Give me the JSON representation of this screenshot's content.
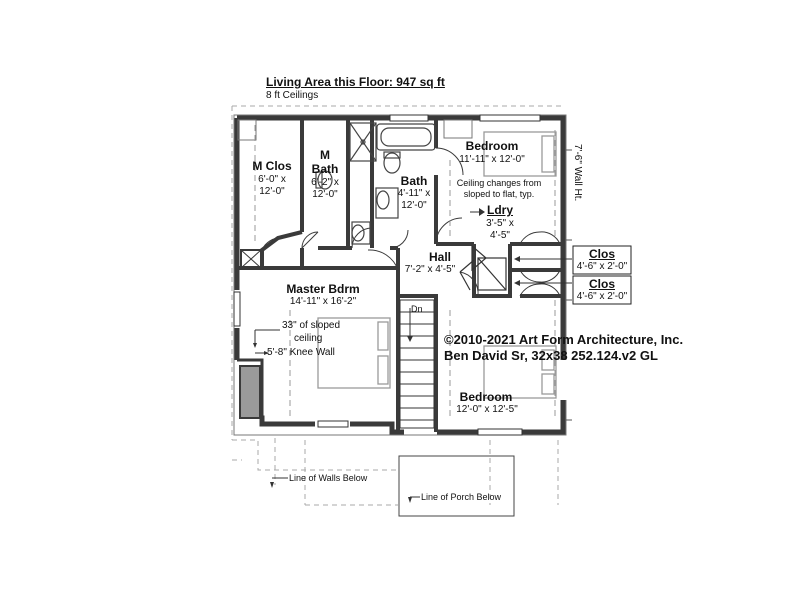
{
  "header": {
    "living_area": "Living Area this Floor: 947 sq ft",
    "ceilings": "8 ft Ceilings"
  },
  "rooms": {
    "m_clos": {
      "name": "M Clos",
      "dims": [
        "6'-0\" x",
        "12'-0\""
      ]
    },
    "m_bath": {
      "name": [
        "M",
        "Bath"
      ],
      "dims": [
        "6'-2\" x",
        "12'-0\""
      ]
    },
    "bath": {
      "name": "Bath",
      "dims": [
        "4'-11\" x",
        "12'-0\""
      ]
    },
    "bedroom_top": {
      "name": "Bedroom",
      "dims": "11'-11\" x 12'-0\""
    },
    "ceiling_note": [
      "Ceiling changes from",
      "sloped to flat, typ."
    ],
    "ldry": {
      "name": "Ldry",
      "dims": [
        "3'-5\" x",
        "4'-5\""
      ]
    },
    "hall": {
      "name": "Hall",
      "dims": "7'-2\" x 4'-5\""
    },
    "clos_1": {
      "name": "Clos",
      "dims": "4'-6\" x 2'-0\""
    },
    "clos_2": {
      "name": "Clos",
      "dims": "4'-6\" x 2'-0\""
    },
    "master": {
      "name": "Master Bdrm",
      "dims": "14'-11\" x 16'-2\""
    },
    "sloped": [
      "33\" of sloped",
      "ceiling"
    ],
    "knee_wall": "5'-8\" Knee Wall",
    "stair": "Dn",
    "bedroom_bottom": {
      "name": "Bedroom",
      "dims": "12'-0\" x 12'-5\""
    }
  },
  "wall_height": "7'-6\" Wall Ht.",
  "copyright": [
    "©2010-2021 Art Form Architecture, Inc.",
    "Ben David Sr, 32x38 252.124.v2 GL"
  ],
  "notes": {
    "walls_below": "Line of Walls Below",
    "porch_below": "Line of Porch Below"
  },
  "colors": {
    "wall": "#3a3a3a",
    "fixture": "#8a8a8a",
    "dashed": "#a8a8a8",
    "knee_fill": "#9a9a9a"
  }
}
